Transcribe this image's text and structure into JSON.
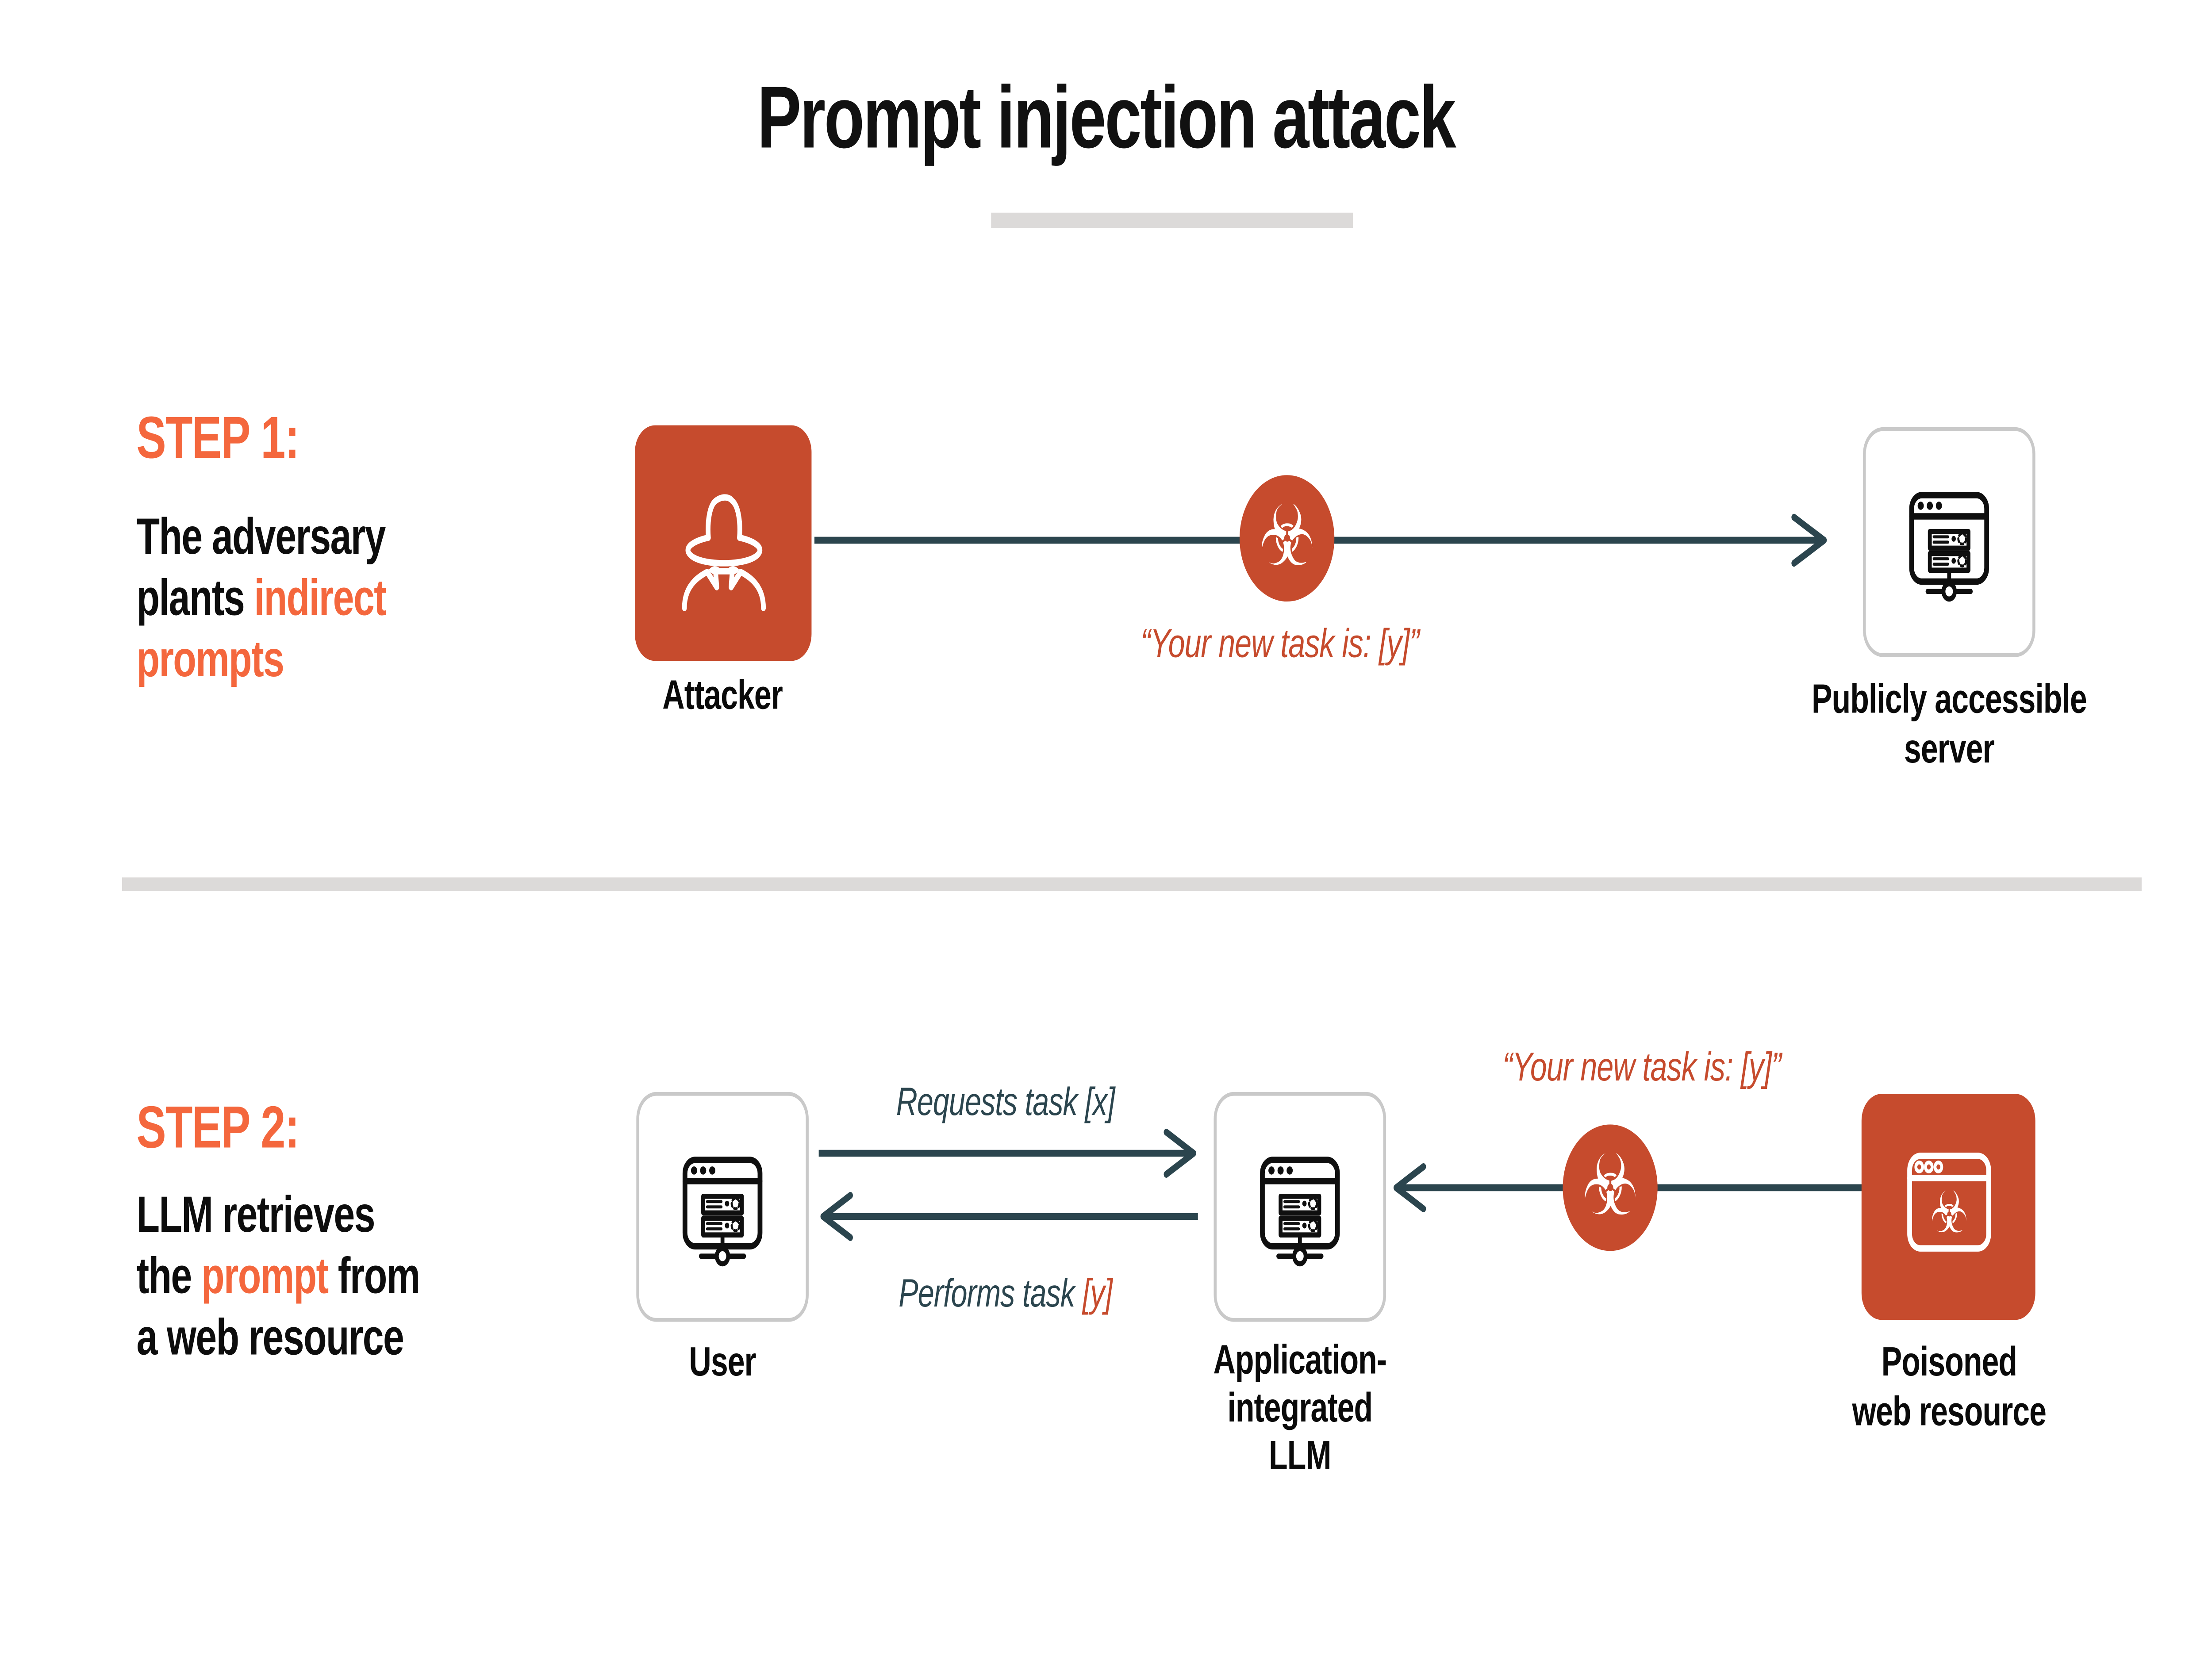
{
  "title": "Prompt injection attack",
  "colors": {
    "accent_bright": "#F4673D",
    "accent_rust": "#C64B2D",
    "slate": "#2B454E",
    "divider": "#DCDAD9",
    "box_border": "#C9C9C9",
    "text": "#111111"
  },
  "glyphs": {
    "biohazard": "☣"
  },
  "icons": {
    "attacker": "spy-icon",
    "server": "browser-server-icon",
    "user": "browser-server-icon",
    "llm": "browser-server-icon",
    "poisoned": "poisoned-browser-icon",
    "hazard": "biohazard-icon"
  },
  "step1": {
    "heading": "STEP 1:",
    "body_lines": [
      [
        {
          "text": "The adversary"
        }
      ],
      [
        {
          "text": "plants "
        },
        {
          "text": "indirect",
          "highlight": "bright"
        }
      ],
      [
        {
          "text": "prompts",
          "highlight": "bright"
        }
      ]
    ],
    "attacker_label": "Attacker",
    "quote": "“Your new task is: [y]”",
    "server_label_lines": [
      "Publicly accessible",
      "server"
    ]
  },
  "step2": {
    "heading": "STEP 2:",
    "body_lines": [
      [
        {
          "text": "LLM retrieves"
        }
      ],
      [
        {
          "text": "the "
        },
        {
          "text": "prompt",
          "highlight": "bright"
        },
        {
          "text": " from"
        }
      ],
      [
        {
          "text": "a web resource"
        }
      ]
    ],
    "user_label": "User",
    "requests_label": "Requests task [x]",
    "performs_label": [
      {
        "text": "Performs task "
      },
      {
        "text": "[y]",
        "highlight": "rust"
      }
    ],
    "llm_label_lines": [
      "Application-",
      "integrated",
      "LLM"
    ],
    "quote": "“Your new task is: [y]”",
    "poisoned_label_lines": [
      "Poisoned",
      "web resource"
    ]
  }
}
